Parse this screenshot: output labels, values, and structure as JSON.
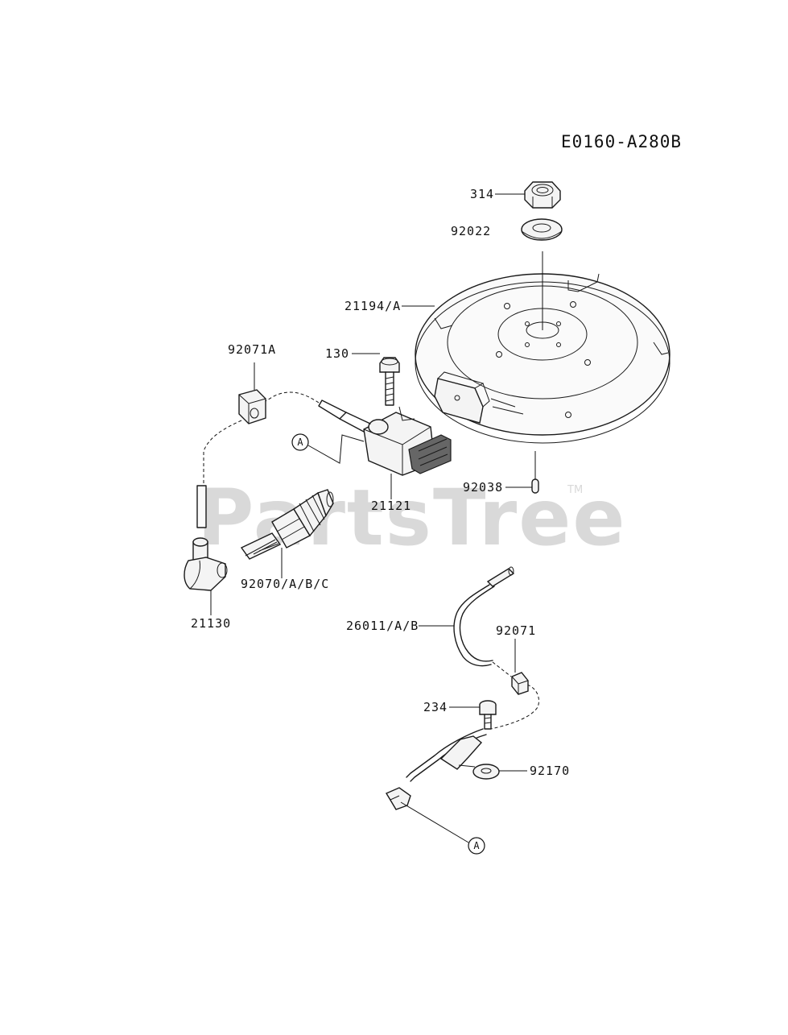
{
  "diagram": {
    "code": "E0160-A280B",
    "watermark": "PartsTree",
    "watermark_tm": "TM",
    "ref_marker": "A",
    "parts": [
      {
        "id": "nut",
        "label": "314"
      },
      {
        "id": "washer",
        "label": "92022"
      },
      {
        "id": "flywheel",
        "label": "21194/A"
      },
      {
        "id": "bolt",
        "label": "130"
      },
      {
        "id": "clamp-a",
        "label": "92071A"
      },
      {
        "id": "ignition-coil",
        "label": "21121"
      },
      {
        "id": "key",
        "label": "92038"
      },
      {
        "id": "spark-plug",
        "label": "92070/A/B/C"
      },
      {
        "id": "plug-cap",
        "label": "21130"
      },
      {
        "id": "lead-wire",
        "label": "26011/A/B"
      },
      {
        "id": "clamp",
        "label": "92071"
      },
      {
        "id": "screw",
        "label": "234"
      },
      {
        "id": "terminal",
        "label": "92170"
      }
    ]
  }
}
